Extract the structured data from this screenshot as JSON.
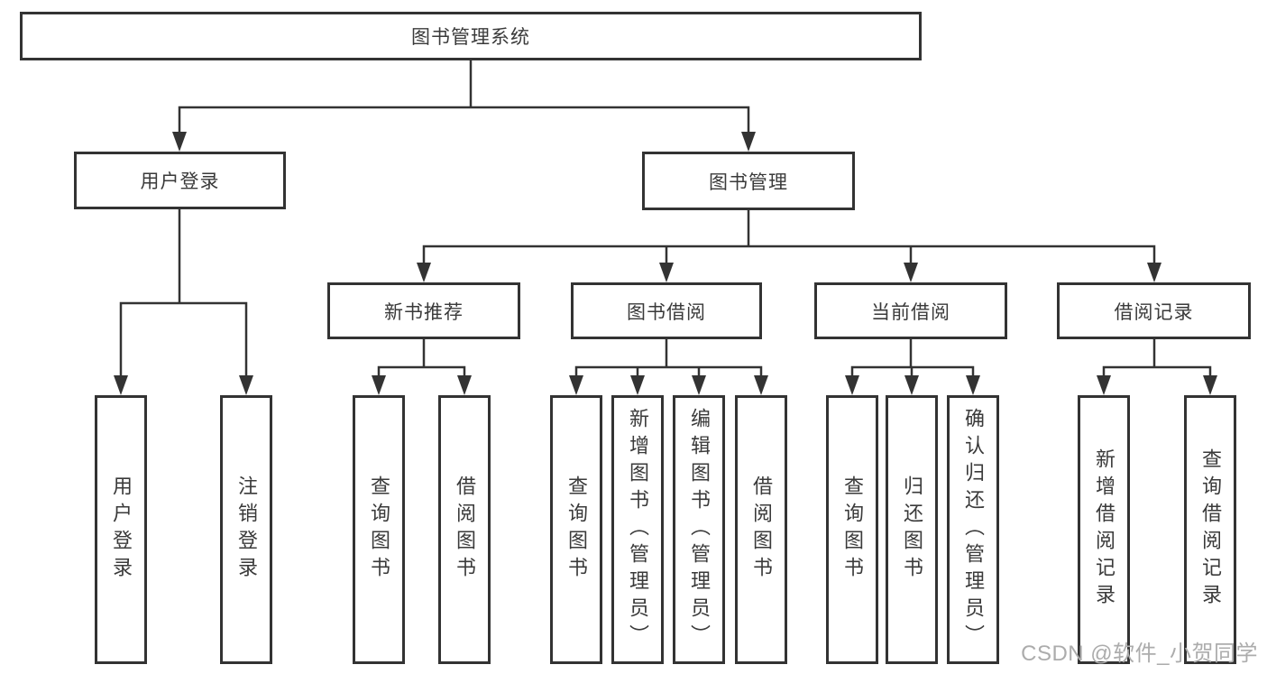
{
  "tree": {
    "root": {
      "label": "图书管理系统"
    },
    "branches": [
      {
        "label": "用户登录",
        "children": [
          {
            "label": "用户登录"
          },
          {
            "label": "注销登录"
          }
        ]
      },
      {
        "label": "图书管理",
        "sections": [
          {
            "label": "新书推荐",
            "children": [
              {
                "label": "查询图书"
              },
              {
                "label": "借阅图书"
              }
            ]
          },
          {
            "label": "图书借阅",
            "children": [
              {
                "label": "查询图书"
              },
              {
                "label": "新增图书（管理员）"
              },
              {
                "label": "编辑图书（管理员）"
              },
              {
                "label": "借阅图书"
              }
            ]
          },
          {
            "label": "当前借阅",
            "children": [
              {
                "label": "查询图书"
              },
              {
                "label": "归还图书"
              },
              {
                "label": "确认归还（管理员）"
              }
            ]
          },
          {
            "label": "借阅记录",
            "children": [
              {
                "label": "新增借阅记录"
              },
              {
                "label": "查询借阅记录"
              }
            ]
          }
        ]
      }
    ]
  },
  "watermark": {
    "text": "CSDN @软件_小贺同学"
  },
  "colors": {
    "line": "#333333",
    "box_border": "#333333",
    "text": "#3a3a3a",
    "watermark": "#acacac",
    "background": "#ffffff"
  }
}
